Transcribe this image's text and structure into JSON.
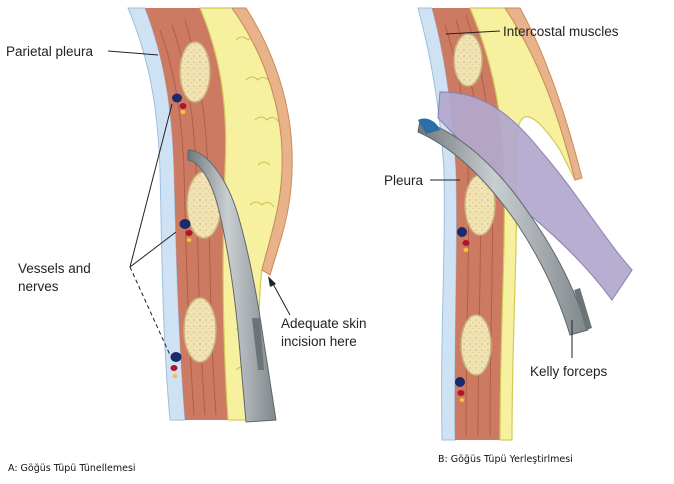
{
  "panel_a": {
    "labels": {
      "parietal_pleura": "Parietal pleura",
      "vessels_line1": "Vessels and",
      "vessels_line2": "nerves",
      "skin_line1": "Adequate skin",
      "skin_line2": "incision here"
    },
    "caption": "A: Göğüs Tüpü Tünellemesi"
  },
  "panel_b": {
    "labels": {
      "intercostal": "Intercostal muscles",
      "pleura": "Pleura",
      "kelly": "Kelly forceps"
    },
    "caption": "B: Göğüs Tüpü Yerleştirlmesi"
  },
  "colors": {
    "muscle": "#c9705a",
    "muscle_light": "#e8a48c",
    "fat": "#f6ef9a",
    "fat_edge": "#c9bf52",
    "rib": "#f1e3b3",
    "pleura": "#a9c9e6",
    "instrument": "#9aa1a5",
    "tube": "#a99ec7",
    "vein": "#1b2a6b",
    "artery": "#b3122a",
    "nerve": "#f3c430"
  }
}
